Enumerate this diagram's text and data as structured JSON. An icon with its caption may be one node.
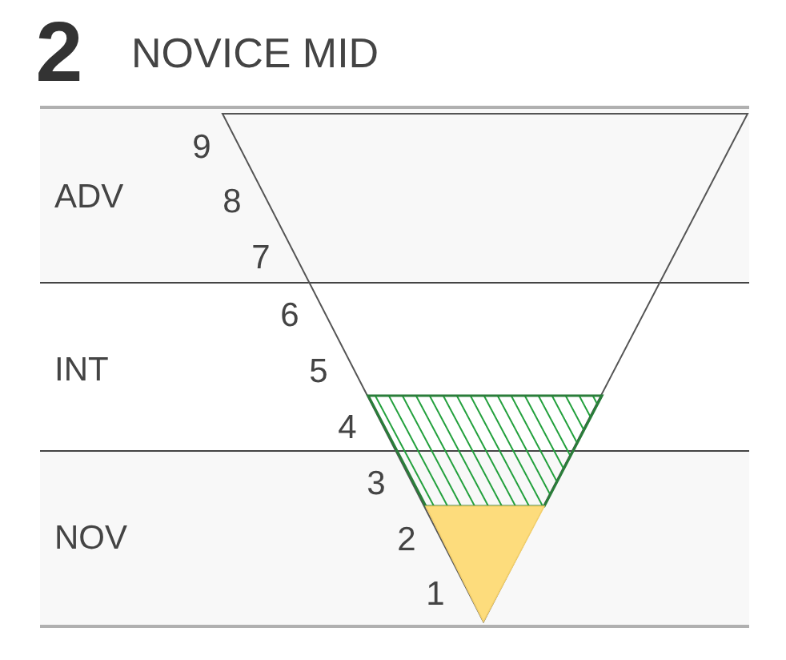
{
  "diagram": {
    "title": "NOVICE MID",
    "nodes": [
      {
        "text": [
          "ADV"
        ]
      },
      {
        "text": [
          "INT"
        ]
      },
      {
        "text": [
          "NOV"
        ]
      }
    ],
    "labels": [
      "2",
      "9",
      "8",
      "7",
      "6",
      "5",
      "4",
      "3",
      "2",
      "1"
    ]
  }
}
